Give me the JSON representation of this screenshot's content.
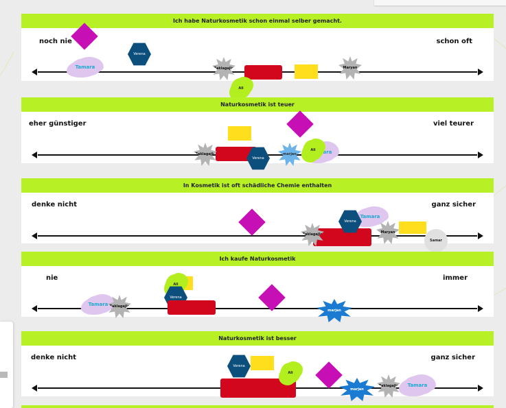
{
  "cards": [
    {
      "title": "Ich habe Naturkosmetik schon einmal selber gemacht.",
      "left_label": "noch nie",
      "right_label": "schon oft",
      "stickers": {
        "verena": "Verena",
        "tamara": "Tamara",
        "zaklagaile": "Zaklagajle",
        "marjan": "Maryan",
        "ali": "Ali"
      }
    },
    {
      "title": "Naturkosmetik ist teuer",
      "left_label": "eher günstiger",
      "right_label": "viel teurer",
      "stickers": {
        "verena": "Verena",
        "tamara": "Tamara",
        "zaklagaile": "Zaklagajle",
        "marjan": "marjan",
        "ali": "Ali"
      }
    },
    {
      "title": "In Kosmetik ist oft schädliche Chemie enthalten",
      "left_label": "denke nicht",
      "right_label": "ganz sicher",
      "stickers": {
        "verena": "Verena",
        "tamara": "Tamara",
        "zaklagaile": "Zaklagajle",
        "marjan": "Maryan",
        "samar": "Samar"
      }
    },
    {
      "title": "Ich kaufe Naturkosmetik",
      "left_label": "nie",
      "right_label": "immer",
      "stickers": {
        "verena": "Verena",
        "tamara": "Tamara",
        "zaklagaile": "Zaklagajle",
        "marjan": "marjan",
        "ali": "Ali"
      }
    },
    {
      "title": "Naturkosmetik ist besser",
      "left_label": "denke nicht",
      "right_label": "ganz sicher",
      "stickers": {
        "verena": "Verena",
        "tamara": "Tamara",
        "zaklagaile": "Zaklagajle",
        "marjan": "marjan",
        "ali": "Ali"
      }
    }
  ],
  "colors": {
    "header": "#b7f024",
    "diamond": "#c70fb6",
    "hexagon": "#0c4f7c",
    "bar": "#d2061c",
    "square": "#ffde1e"
  }
}
